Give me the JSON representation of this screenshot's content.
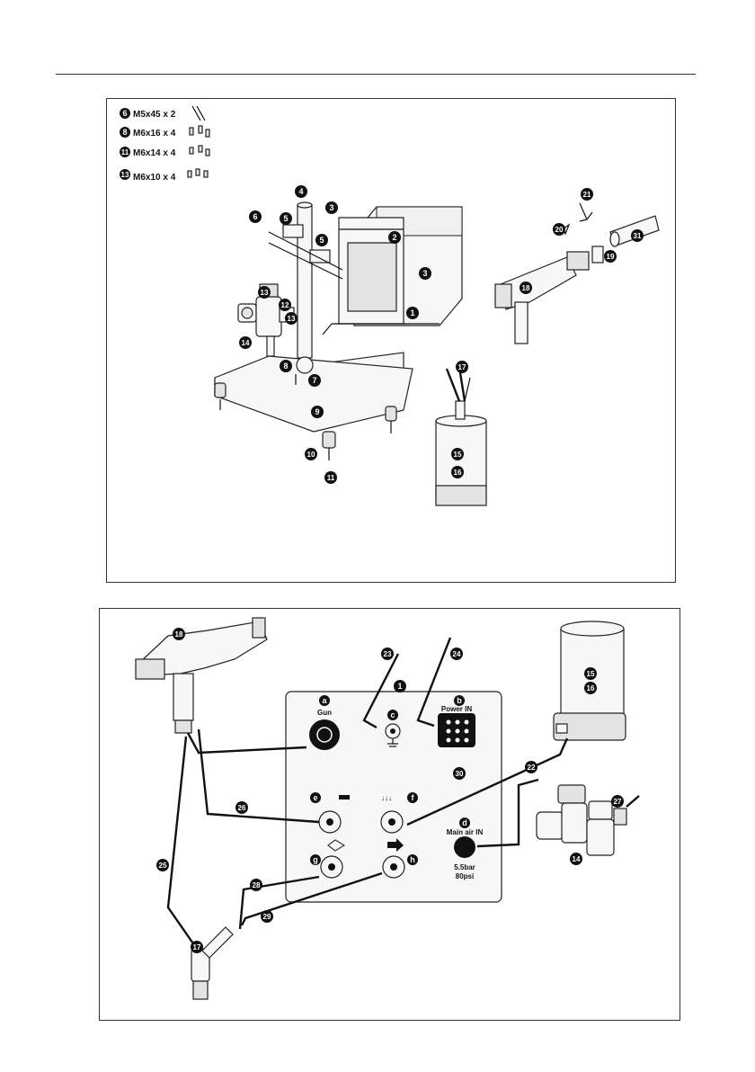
{
  "screw_list": [
    {
      "num": "6",
      "spec": "M5x45 x 2"
    },
    {
      "num": "8",
      "spec": "M6x16 x 4"
    },
    {
      "num": "11",
      "spec": "M6x14 x 4"
    },
    {
      "num": "13",
      "spec": "M6x10 x 4"
    }
  ],
  "top_callouts": {
    "c1": "1",
    "c2": "2",
    "c3a": "3",
    "c3b": "3",
    "c4": "4",
    "c5a": "5",
    "c5b": "5",
    "c6": "6",
    "c7": "7",
    "c8": "8",
    "c9": "9",
    "c10": "10",
    "c11": "11",
    "c12": "12",
    "c13a": "13",
    "c13b": "13",
    "c14": "14",
    "c15": "15",
    "c16": "16",
    "c17": "17",
    "c18": "18",
    "c19": "19",
    "c20": "20",
    "c21": "21",
    "c31": "31"
  },
  "bottom_callouts": {
    "c18": "18",
    "c23": "23",
    "c24": "24",
    "c1": "1",
    "c15": "15",
    "c16": "16",
    "c22": "22",
    "c27": "27",
    "c14": "14",
    "c30": "30",
    "c26": "26",
    "c25": "25",
    "c28": "28",
    "c29": "29",
    "c17": "17"
  },
  "connectors": {
    "a": {
      "letter": "a",
      "label": "Gun"
    },
    "b": {
      "letter": "b",
      "label": "Power IN"
    },
    "c": {
      "letter": "c"
    },
    "d": {
      "letter": "d",
      "label": "Main air IN",
      "pressure_bar": "5.5bar",
      "pressure_psi": "80psi"
    },
    "e": {
      "letter": "e"
    },
    "f": {
      "letter": "f"
    },
    "g": {
      "letter": "g"
    },
    "h": {
      "letter": "h"
    }
  }
}
